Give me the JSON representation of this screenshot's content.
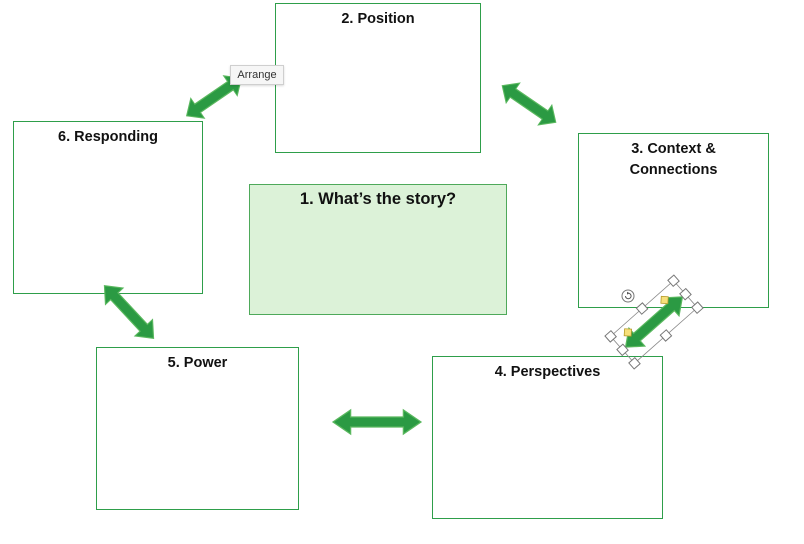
{
  "boxes": {
    "story": "1. What’s the story?",
    "position": "2. Position",
    "context": "3. Context & Connections",
    "perspectives": "4. Perspectives",
    "power": "5. Power",
    "responding": "6. Responding"
  },
  "tooltip": {
    "label": "Arrange"
  },
  "colors": {
    "border": "#2e9e4a",
    "arrow_fill": "#2b9a43",
    "arrow_stroke": "#5ab85e",
    "center_fill": "#dcf2d8"
  },
  "selection": {
    "selected_shape": "arrow-4to3"
  }
}
